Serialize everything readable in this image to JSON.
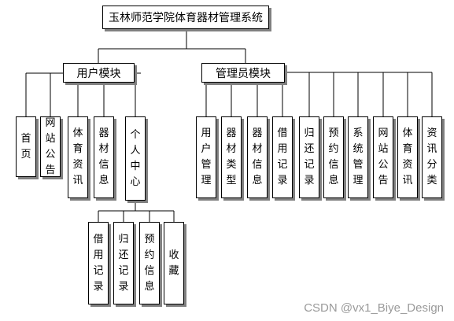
{
  "root": {
    "label": "玉林师范学院体育器材管理系统"
  },
  "user_module": {
    "label": "用户模块",
    "children": [
      "首页",
      "网站公告",
      "体育资讯",
      "器材信息",
      "个人中心"
    ]
  },
  "personal_center": {
    "children": [
      "借用记录",
      "归还记录",
      "预约信息",
      "收藏"
    ]
  },
  "admin_module": {
    "label": "管理员模块",
    "children": [
      "用户管理",
      "器材类型",
      "器材信息",
      "借用记录",
      "归还记录",
      "预约信息",
      "系统管理",
      "网站公告",
      "体育资讯",
      "资讯分类"
    ]
  },
  "watermark": "CSDN @vx1_Biye_Design",
  "colors": {
    "line": "#000000",
    "shadow": "#808080",
    "watermark": "#9a9a9a"
  }
}
